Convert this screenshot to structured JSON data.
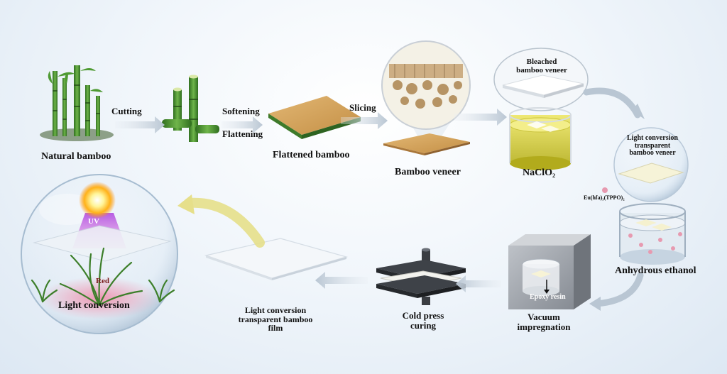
{
  "steps": {
    "natural_bamboo": "Natural bamboo",
    "cutting": "Cutting",
    "softening": "Softening",
    "flattening": "Flattening",
    "flattened_bamboo": "Flattened bamboo",
    "slicing": "Slicing",
    "bamboo_veneer": "Bamboo veneer",
    "bleached_veneer": "Bleached bamboo veneer",
    "naclo2": "NaClO₂",
    "lc_veneer": "Light conversion transparent bamboo veneer",
    "eu_complex": "Eu(hfa)₃(TPPO)₂",
    "anhydrous_ethanol": "Anhydrous ethanol",
    "epoxy_resin": "Epoxy resin",
    "vacuum_impregnation": "Vacuum impregnation",
    "cold_press": "Cold press curing",
    "lc_film": "Light conversion transparent bamboo film",
    "uv": "UV",
    "red": "Red",
    "light_conversion": "Light conversion"
  },
  "colors": {
    "bamboo_green": "#3f8a2c",
    "veneer_tan": "#d4a45c",
    "naclo2_yellow": "#d8d23a",
    "arrow_gray": "#c8d3de",
    "curved_arrow": "#e6df8a",
    "uv_purple": "#a04bd6"
  }
}
